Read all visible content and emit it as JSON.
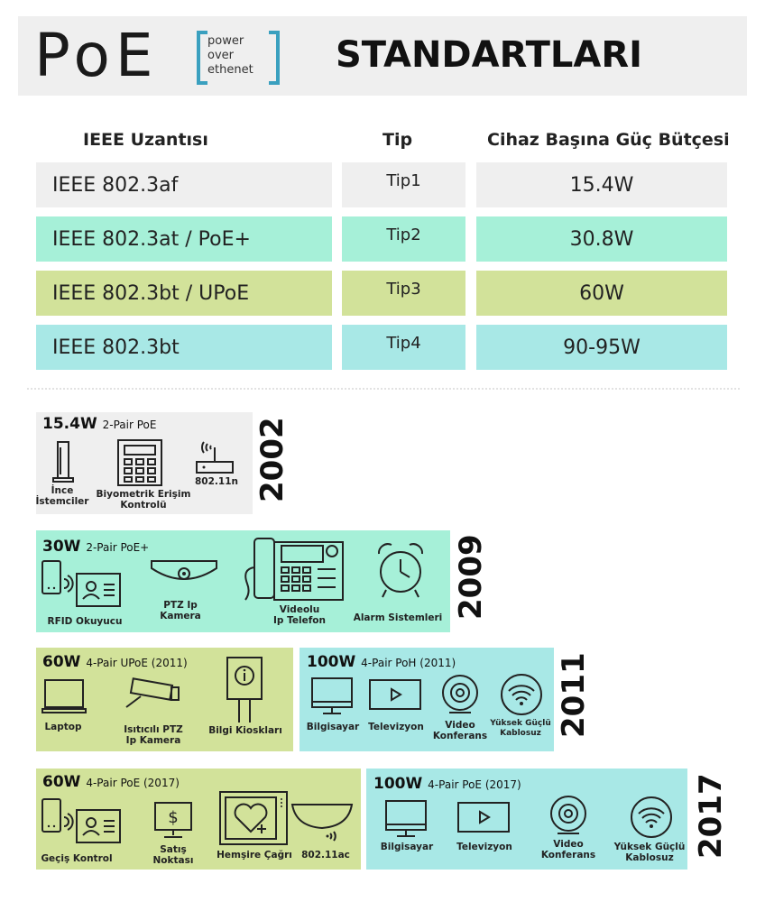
{
  "header": {
    "logo": "PoE",
    "logo_sub": [
      "power",
      "over",
      "ethenet"
    ],
    "title": "STANDARTLARI",
    "accent_color": "#3aa0bf"
  },
  "table": {
    "headers": [
      "IEEE Uzantısı",
      "Tip",
      "Cihaz Başına Güç Bütçesi"
    ],
    "rows": [
      {
        "ext": "IEEE 802.3af",
        "type": "Tip1",
        "power": "15.4W",
        "color": "#efefef"
      },
      {
        "ext": "IEEE 802.3at / PoE+",
        "type": "Tip2",
        "power": "30.8W",
        "color": "#a6f0d8"
      },
      {
        "ext": "IEEE 802.3bt / UPoE",
        "type": "Tip3",
        "power": "60W",
        "color": "#d2e29a"
      },
      {
        "ext": "IEEE 802.3bt",
        "type": "Tip4",
        "power": "90-95W",
        "color": "#a8e8e6"
      }
    ]
  },
  "timeline": {
    "y2002": {
      "year": "2002",
      "power": "15.4W",
      "pair": "2-Pair PoE",
      "items": [
        "İnce\nİstemciler",
        "Biyometrik Erişim\nKontrolü",
        "802.11n"
      ],
      "color": "#efefef"
    },
    "y2009": {
      "year": "2009",
      "power": "30W",
      "pair": "2-Pair PoE+",
      "items": [
        "RFID Okuyucu",
        "PTZ Ip\nKamera",
        "Videolu\nIp Telefon",
        "Alarm Sistemleri"
      ],
      "color": "#a6f0d8"
    },
    "y2011": {
      "year": "2011",
      "left": {
        "power": "60W",
        "pair": "4-Pair UPoE (2011)",
        "items": [
          "Laptop",
          "Isıtıcılı PTZ\nIp Kamera",
          "Bilgi Kioskları"
        ],
        "color": "#d2e29a"
      },
      "right": {
        "power": "100W",
        "pair": "4-Pair PoH (2011)",
        "items": [
          "Bilgisayar",
          "Televizyon",
          "Video\nKonferans",
          "Yüksek Güçlü\nKablosuz"
        ],
        "color": "#a8e8e6"
      }
    },
    "y2017": {
      "year": "2017",
      "left": {
        "power": "60W",
        "pair": "4-Pair PoE (2017)",
        "items": [
          "Geçiş Kontrol",
          "Satış\nNoktası",
          "Hemşire Çağrı",
          "802.11ac"
        ],
        "color": "#d2e29a"
      },
      "right": {
        "power": "100W",
        "pair": "4-Pair PoE (2017)",
        "items": [
          "Bilgisayar",
          "Televizyon",
          "Video\nKonferans",
          "Yüksek Güçlü\nKablosuz"
        ],
        "color": "#a8e8e6"
      }
    }
  }
}
